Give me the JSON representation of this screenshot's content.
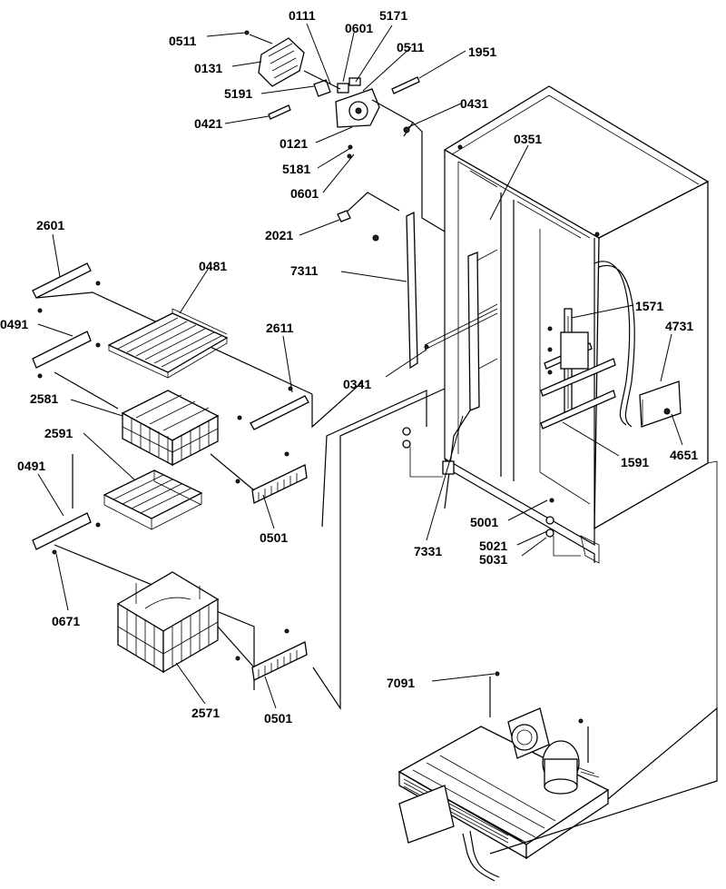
{
  "labels": [
    {
      "id": "l0511a",
      "text": "0511"
    },
    {
      "id": "l0111",
      "text": "0111"
    },
    {
      "id": "l0601a",
      "text": "0601"
    },
    {
      "id": "l5171",
      "text": "5171"
    },
    {
      "id": "l0511b",
      "text": "0511"
    },
    {
      "id": "l1951",
      "text": "1951"
    },
    {
      "id": "l0131",
      "text": "0131"
    },
    {
      "id": "l5191",
      "text": "5191"
    },
    {
      "id": "l0421",
      "text": "0421"
    },
    {
      "id": "l0431",
      "text": "0431"
    },
    {
      "id": "l0121",
      "text": "0121"
    },
    {
      "id": "l5181",
      "text": "5181"
    },
    {
      "id": "l0351",
      "text": "0351"
    },
    {
      "id": "l0601b",
      "text": "0601"
    },
    {
      "id": "l2021",
      "text": "2021"
    },
    {
      "id": "l2601",
      "text": "2601"
    },
    {
      "id": "l0481",
      "text": "0481"
    },
    {
      "id": "l7311",
      "text": "7311"
    },
    {
      "id": "l0491a",
      "text": "0491"
    },
    {
      "id": "l2611",
      "text": "2611"
    },
    {
      "id": "l1571",
      "text": "1571"
    },
    {
      "id": "l4731",
      "text": "4731"
    },
    {
      "id": "l0341",
      "text": "0341"
    },
    {
      "id": "l2581",
      "text": "2581"
    },
    {
      "id": "l2591",
      "text": "2591"
    },
    {
      "id": "l1591",
      "text": "1591"
    },
    {
      "id": "l4651",
      "text": "4651"
    },
    {
      "id": "l0491b",
      "text": "0491"
    },
    {
      "id": "l0501a",
      "text": "0501"
    },
    {
      "id": "l5001",
      "text": "5001"
    },
    {
      "id": "l7331",
      "text": "7331"
    },
    {
      "id": "l5021",
      "text": "5021"
    },
    {
      "id": "l5031",
      "text": "5031"
    },
    {
      "id": "l0671",
      "text": "0671"
    },
    {
      "id": "l7091",
      "text": "7091"
    },
    {
      "id": "l2571",
      "text": "2571"
    },
    {
      "id": "l0501b",
      "text": "0501"
    }
  ]
}
